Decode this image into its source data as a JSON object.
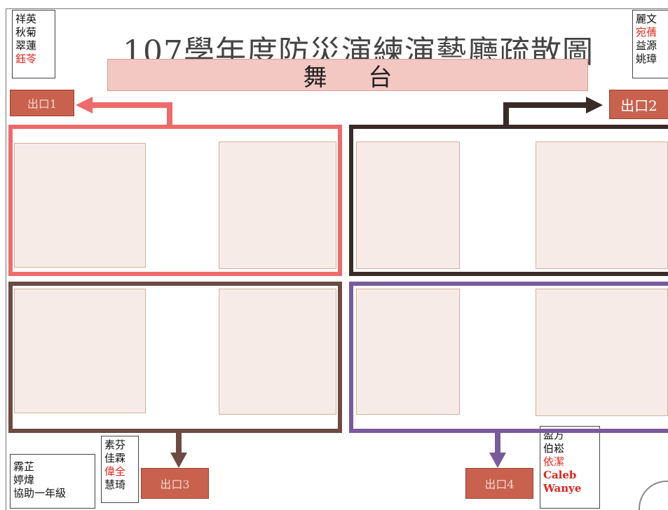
{
  "title": "107學年度防災演練演藝廳疏散圖",
  "stage_label": "舞 台",
  "name_boxes": {
    "top_left": [
      "祥英",
      "秋菊",
      "翠蓮",
      "鈺苓"
    ],
    "top_right": [
      "麗文",
      "宛蒨",
      "益源",
      "姚璋"
    ],
    "bottom_left": [
      "霧芷",
      "婷煒",
      "協助一年級"
    ],
    "bottom_mid": [
      "素芬",
      "佳霖",
      "偉全",
      "慧琦"
    ],
    "bottom_right": [
      "盈方",
      "伯崧",
      "依潔",
      "Caleb",
      "Wanye"
    ]
  },
  "highlighted_names": [
    "鈺苓",
    "宛蒨",
    "偉全",
    "依潔",
    "Caleb",
    "Wanye"
  ],
  "exits": {
    "exit1": "出口1",
    "exit2": "出口2",
    "exit3": "出口3",
    "exit4": "出口4"
  },
  "zone_colors": {
    "top_left": "#ef6a6a",
    "top_right": "#3a2a28",
    "bottom_left": "#6e4a42",
    "bottom_right": "#7a5a9a"
  },
  "exit_color": "#c8614d",
  "stage_color": "#f4c8c2"
}
